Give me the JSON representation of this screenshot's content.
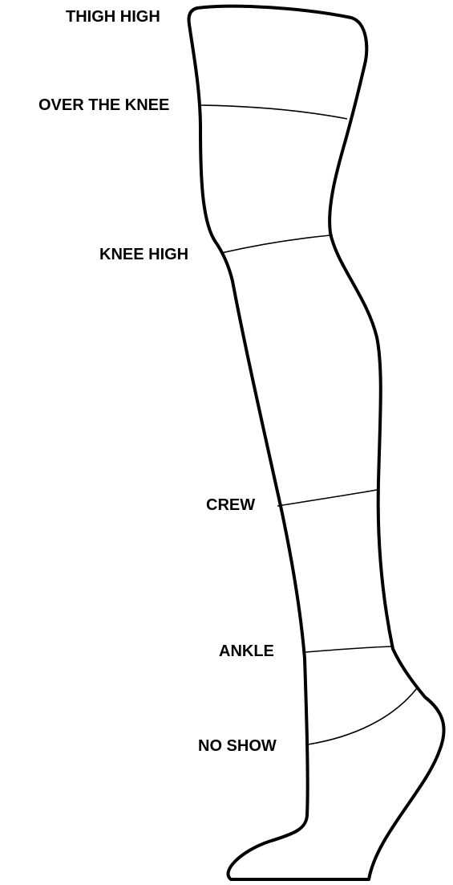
{
  "diagram": {
    "labels": {
      "thigh_high": "THIGH HIGH",
      "over_the_knee": "OVER THE KNEE",
      "knee_high": "KNEE HIGH",
      "crew": "CREW",
      "ankle": "ANKLE",
      "no_show": "NO SHOW"
    },
    "colors": {
      "outline": "#000000",
      "background": "#ffffff",
      "text": "#000000"
    }
  }
}
